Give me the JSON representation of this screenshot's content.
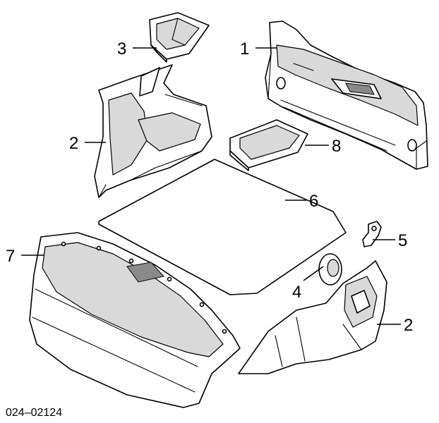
{
  "callouts": [
    {
      "id": "c1",
      "label": "1"
    },
    {
      "id": "c2a",
      "label": "2"
    },
    {
      "id": "c2b",
      "label": "2"
    },
    {
      "id": "c3",
      "label": "3"
    },
    {
      "id": "c4",
      "label": "4"
    },
    {
      "id": "c5",
      "label": "5"
    },
    {
      "id": "c6",
      "label": "6"
    },
    {
      "id": "c7",
      "label": "7"
    },
    {
      "id": "c8",
      "label": "8"
    }
  ],
  "diagram_code": "024–02124"
}
